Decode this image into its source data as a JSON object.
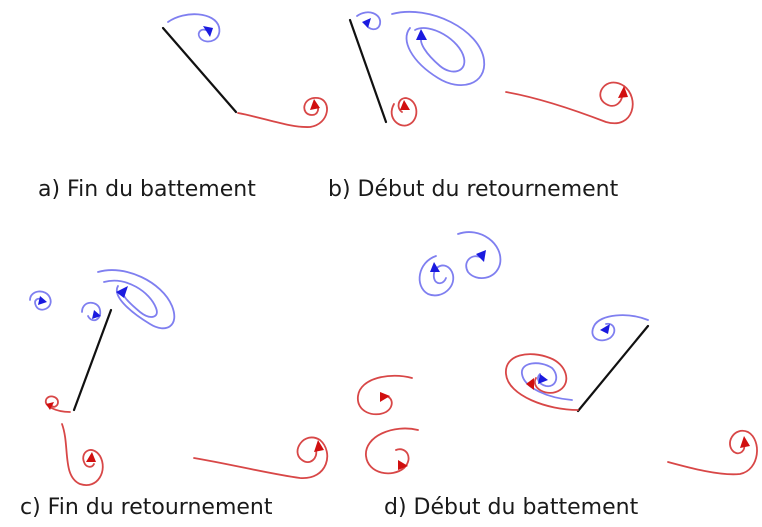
{
  "panels": [
    {
      "caption": "a) Fin du battement"
    },
    {
      "caption": "b) Début du retournement"
    },
    {
      "caption": "c) Fin du retournement"
    },
    {
      "caption": "d) Début du battement"
    }
  ],
  "colors": {
    "plate": "#111111",
    "vortex_blue": "#7f7ff0",
    "vortex_blue_arrow": "#1a1adf",
    "vortex_red": "#d84747",
    "vortex_red_arrow": "#d10f0f"
  }
}
